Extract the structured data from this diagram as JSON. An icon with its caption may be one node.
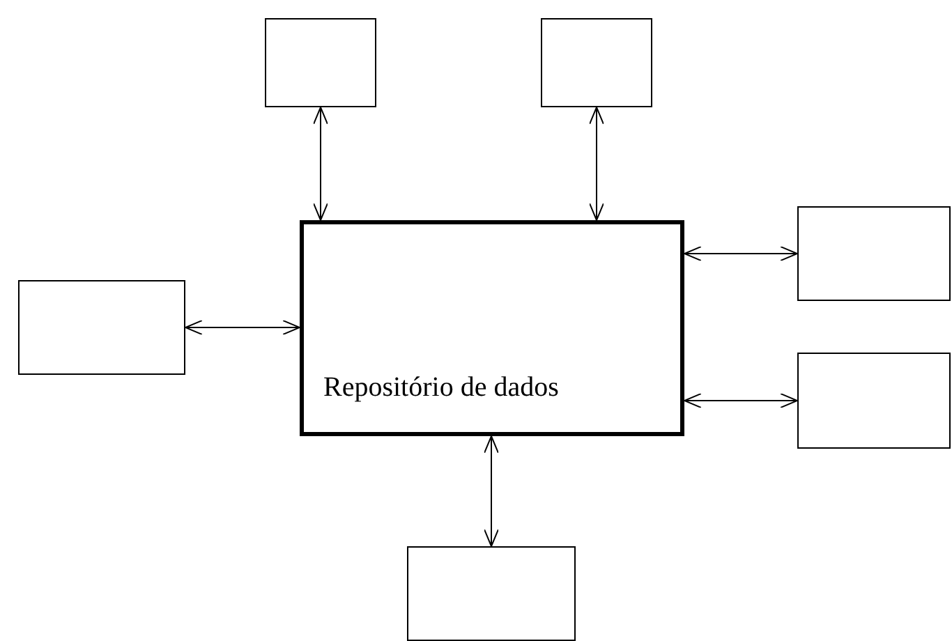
{
  "diagram": {
    "nodes": [
      {
        "text": [],
        "shape": "box"
      },
      {
        "text": [],
        "shape": "box"
      },
      {
        "text": [],
        "shape": "box"
      },
      {
        "text": [
          "Repositório de dados"
        ]
      },
      {
        "text": [],
        "shape": "box"
      },
      {
        "text": [],
        "shape": "box"
      },
      {
        "text": [],
        "shape": "box"
      }
    ],
    "edges": [
      {
        "from": 0,
        "to": 3,
        "arrow": "both"
      },
      {
        "from": 1,
        "to": 3,
        "arrow": "both"
      },
      {
        "from": 2,
        "to": 3,
        "arrow": "both"
      },
      {
        "from": 3,
        "to": 4,
        "arrow": "both"
      },
      {
        "from": 3,
        "to": 5,
        "arrow": "both"
      },
      {
        "from": 3,
        "to": 6,
        "arrow": "both"
      }
    ]
  }
}
